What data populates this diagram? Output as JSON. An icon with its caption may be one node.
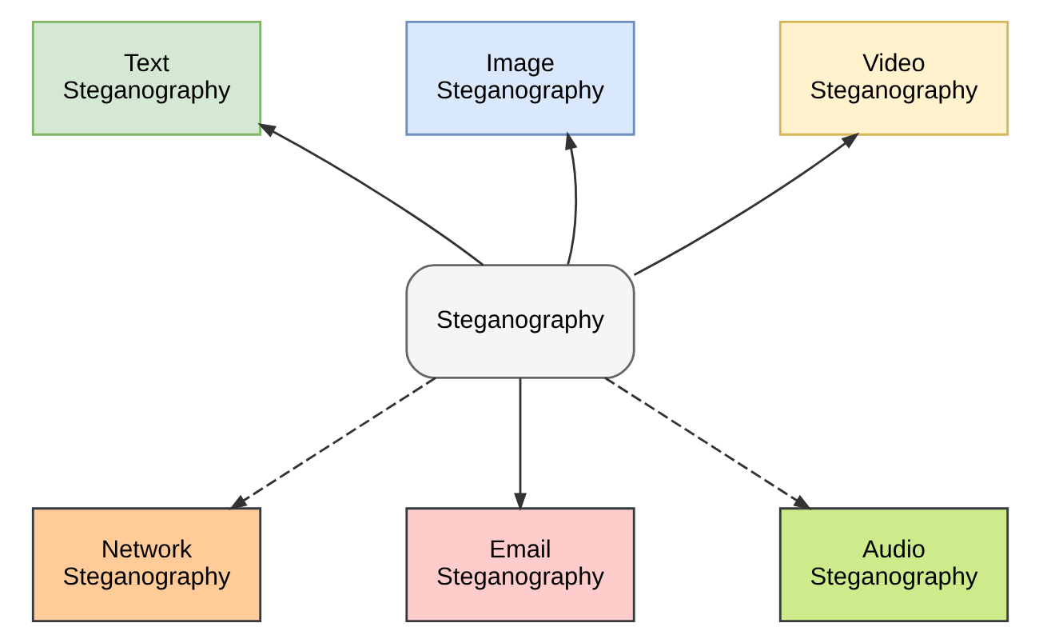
{
  "diagram": {
    "nodes": [
      {
        "text": [
          "Steganography"
        ]
      },
      {
        "text": [
          "Text Steganography"
        ]
      },
      {
        "text": [
          "Image Steganography"
        ]
      },
      {
        "text": [
          "Video Steganography"
        ]
      },
      {
        "text": [
          "Network Steganography"
        ]
      },
      {
        "text": [
          "Email Steganography"
        ]
      },
      {
        "text": [
          "Audio Steganography"
        ]
      }
    ],
    "edges": [
      {
        "from": 0,
        "to": 1,
        "arrow": "to"
      },
      {
        "from": 0,
        "to": 2,
        "arrow": "to"
      },
      {
        "from": 0,
        "to": 3,
        "arrow": "to"
      },
      {
        "from": 0,
        "to": 4,
        "arrow": "to",
        "style": "dashed"
      },
      {
        "from": 0,
        "to": 5,
        "arrow": "to"
      },
      {
        "from": 0,
        "to": 6,
        "arrow": "to",
        "style": "dashed"
      }
    ]
  }
}
